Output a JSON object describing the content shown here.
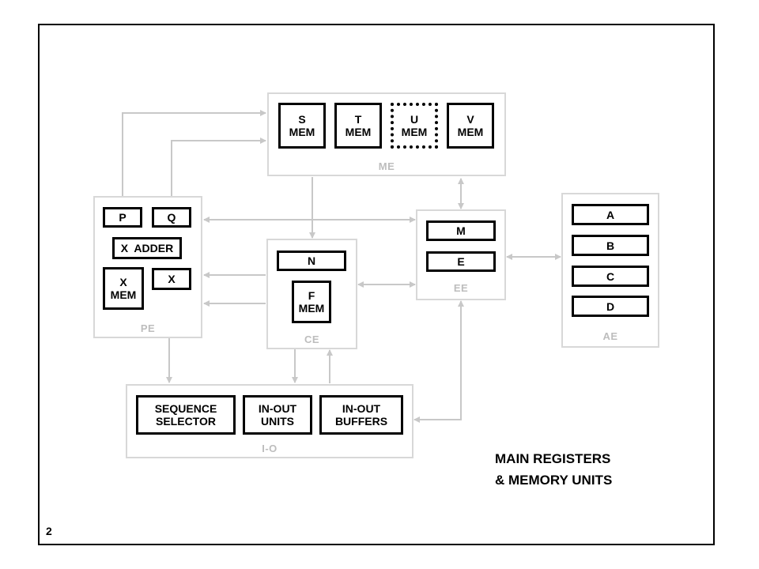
{
  "title": {
    "line1": "MAIN REGISTERS",
    "line2": "& MEMORY UNITS"
  },
  "page_number": "2",
  "units": {
    "me": "ME",
    "pe": "PE",
    "ce": "CE",
    "ee": "EE",
    "ae": "AE",
    "io": "I-O"
  },
  "registers": {
    "s_mem": [
      "S",
      "MEM"
    ],
    "t_mem": [
      "T",
      "MEM"
    ],
    "u_mem": [
      "U",
      "MEM"
    ],
    "v_mem": [
      "V",
      "MEM"
    ],
    "p": "P",
    "q": "Q",
    "x_adder": "X  ADDER",
    "x_mem": [
      "X",
      "MEM"
    ],
    "x": "X",
    "n": "N",
    "f_mem": [
      "F",
      "MEM"
    ],
    "m": "M",
    "e": "E",
    "a": "A",
    "b": "B",
    "c": "C",
    "d": "D",
    "sequence_selector": [
      "SEQUENCE",
      "SELECTOR"
    ],
    "in_out_units": [
      "IN-OUT",
      "UNITS"
    ],
    "in_out_buffers": [
      "IN-OUT",
      "BUFFERS"
    ]
  },
  "colors": {
    "frame": "#000000",
    "unit_border": "#d8d8d8",
    "connector": "#c8c8c8",
    "unit_label": "#bdbdbd"
  }
}
